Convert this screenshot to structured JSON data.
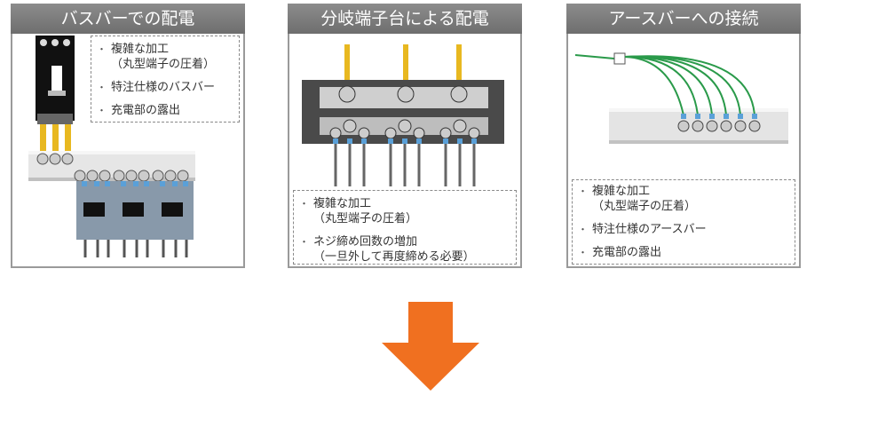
{
  "panels": [
    {
      "title": "バスバーでの配電",
      "notes": [
        {
          "text": "複雑な加工",
          "sub": "（丸型端子の圧着）"
        },
        {
          "text": "特注仕様のバスバー",
          "sub": ""
        },
        {
          "text": "充電部の露出",
          "sub": ""
        }
      ]
    },
    {
      "title": "分岐端子台による配電",
      "notes": [
        {
          "text": "複雑な加工",
          "sub": "（丸型端子の圧着）"
        },
        {
          "text": "ネジ締め回数の増加",
          "sub": "（一旦外して再度締める必要）"
        }
      ]
    },
    {
      "title": "アースバーへの接続",
      "notes": [
        {
          "text": "複雑な加工",
          "sub": "（丸型端子の圧着）"
        },
        {
          "text": "特注仕様のアースバー",
          "sub": ""
        },
        {
          "text": "充電部の露出",
          "sub": ""
        }
      ]
    }
  ],
  "bullet": "・",
  "colors": {
    "arrow": "#f07020",
    "wire_yellow": "#e8b820",
    "wire_green": "#2a9a4a",
    "terminal_blue": "#5aa0d8"
  }
}
